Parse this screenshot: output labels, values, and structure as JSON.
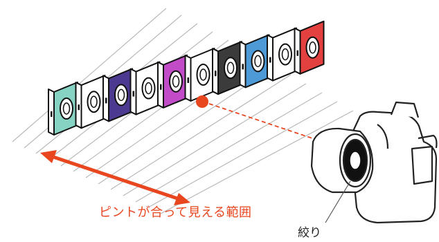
{
  "labels": {
    "focus_range": "ピントが合って見える範囲",
    "aperture": "絞り"
  },
  "colors": {
    "accent": "#e8461f",
    "line": "#222222",
    "plane_lines": "#b9b9b9"
  },
  "subjects": [
    {
      "name": "teal-camera",
      "color": "#86d3c3"
    },
    {
      "name": "white-camera",
      "color": "#ffffff"
    },
    {
      "name": "purple-camera",
      "color": "#4b3a8f"
    },
    {
      "name": "white-camera",
      "color": "#ffffff"
    },
    {
      "name": "magenta-camera",
      "color": "#c24cc8"
    },
    {
      "name": "white-camera",
      "color": "#ffffff"
    },
    {
      "name": "black-camera",
      "color": "#3b3b3b"
    },
    {
      "name": "blue-camera",
      "color": "#4d9ad6"
    },
    {
      "name": "white-camera",
      "color": "#ffffff"
    },
    {
      "name": "red-camera",
      "color": "#e2413f"
    }
  ]
}
